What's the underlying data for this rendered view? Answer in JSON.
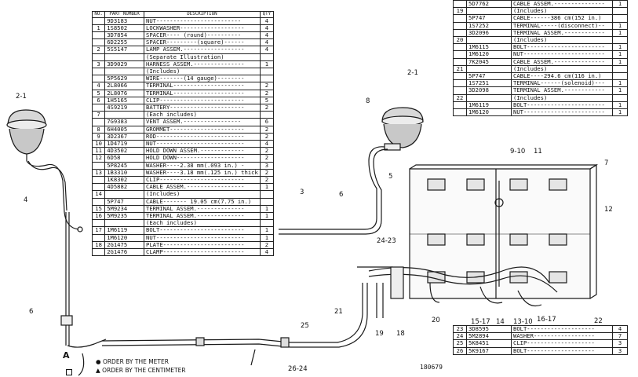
{
  "table_main": {
    "headers": {
      "no": "NO.",
      "part": "PART NUMBER",
      "desc": "DESCRIPTION",
      "qty": "QTY"
    },
    "rows": [
      {
        "no": "",
        "part": "9D3183",
        "desc": "NUT-------------------------",
        "qty": "4"
      },
      {
        "no": "1",
        "part": "1S8502",
        "desc": "LOCKWASHER-------------------",
        "qty": "4"
      },
      {
        "no": "",
        "part": "3D7854",
        "desc": "SPACER----  (round)----------",
        "qty": "4"
      },
      {
        "no": "",
        "part": "6D2255",
        "desc": "SPACER---------(square)------",
        "qty": "4"
      },
      {
        "no": "2",
        "part": "5S5147",
        "desc": "LAMP ASSEM.------------------",
        "qty": "4"
      },
      {
        "no": "",
        "part": "",
        "desc": "(Separate Illustration)",
        "qty": ""
      },
      {
        "no": "3",
        "part": "3D9029",
        "desc": "HARNESS ASSEM.---------------",
        "qty": "1"
      },
      {
        "no": "",
        "part": "",
        "desc": "(Includes)",
        "qty": ""
      },
      {
        "no": "",
        "part": "5P5629",
        "desc": "WIRE-------(14 gauge)--------",
        "qty": ""
      },
      {
        "no": "4",
        "part": "2L8066",
        "desc": "TERMINAL---------------------",
        "qty": "2"
      },
      {
        "no": "5",
        "part": "2L8076",
        "desc": "TERMINAL---------------------",
        "qty": "2"
      },
      {
        "no": "6",
        "part": "1H5165",
        "desc": "CLIP-------------------------",
        "qty": "5"
      },
      {
        "no": "",
        "part": "4S9219",
        "desc": "BATTERY----------------------",
        "qty": "2"
      },
      {
        "no": "7",
        "part": "",
        "desc": "(Each includes)",
        "qty": ""
      },
      {
        "no": "",
        "part": "7G9383",
        "desc": "VENT ASSEM.-----------------",
        "qty": "6"
      },
      {
        "no": "8",
        "part": "6H4005",
        "desc": "GROMMET----------------------",
        "qty": "2"
      },
      {
        "no": "9",
        "part": "3D2367",
        "desc": "ROD--------------------------",
        "qty": "2"
      },
      {
        "no": "10",
        "part": "1D4719",
        "desc": "NUT--------------------------",
        "qty": "4"
      },
      {
        "no": "11",
        "part": "4D3502",
        "desc": "HOLD DOWN ASSEM.-------------",
        "qty": "2"
      },
      {
        "no": "12",
        "part": "6D58",
        "desc": "HOLD DOWN--------------------",
        "qty": "2"
      },
      {
        "no": "",
        "part": "5P8245",
        "desc": "WASHER----2.38 mm(.093 in.) -",
        "qty": "3"
      },
      {
        "no": "13",
        "part": "1B3310",
        "desc": "WASHER----3.18 mm(.125 in.) thick",
        "qty": "2"
      },
      {
        "no": "",
        "part": "1K8302",
        "desc": "CLIP-------------------------",
        "qty": "2"
      },
      {
        "no": "",
        "part": "4D5882",
        "desc": "CABLE ASSEM.-----------------",
        "qty": "1"
      },
      {
        "no": "14",
        "part": "",
        "desc": "(Includes)",
        "qty": ""
      },
      {
        "no": "",
        "part": "5P747",
        "desc": "CABLE------- 19.05 cm(7.75 in.)",
        "qty": ""
      },
      {
        "no": "15",
        "part": "5M9234",
        "desc": "TERMINAL ASSEM.--------------",
        "qty": "1"
      },
      {
        "no": "16",
        "part": "5M9235",
        "desc": "TERMINAL ASSEM.--------------",
        "qty": "1"
      },
      {
        "no": "",
        "part": "",
        "desc": "(Each includes)",
        "qty": ""
      },
      {
        "no": "17",
        "part": "1M6119",
        "desc": "BOLT-------------------------",
        "qty": "1"
      },
      {
        "no": "",
        "part": "1M6120",
        "desc": "NUT--------------------------",
        "qty": "1"
      },
      {
        "no": "18",
        "part": "2G1475",
        "desc": "PLATE------------------------",
        "qty": "2"
      },
      {
        "no": "",
        "part": "2G1476",
        "desc": "CLAMP------------------------",
        "qty": "4"
      }
    ]
  },
  "table_right": {
    "rows": [
      {
        "no": "",
        "part": "5D7762",
        "desc": "CABLE ASSEM.---------------",
        "qty": "1"
      },
      {
        "no": "19",
        "part": "",
        "desc": "(Includes)",
        "qty": ""
      },
      {
        "no": "",
        "part": "5P747",
        "desc": "CABLE------386 cm(152 in.)",
        "qty": ""
      },
      {
        "no": "",
        "part": "1S7252",
        "desc": "TERMINAL-----(disconnect)--",
        "qty": "1"
      },
      {
        "no": "",
        "part": "3D2096",
        "desc": "TERMINAL ASSEM.------------",
        "qty": "1"
      },
      {
        "no": "20",
        "part": "",
        "desc": "(Includes)",
        "qty": ""
      },
      {
        "no": "",
        "part": "1M6115",
        "desc": "BOLT-----------------------",
        "qty": "1"
      },
      {
        "no": "",
        "part": "1M6120",
        "desc": "NUT------------------------",
        "qty": "1"
      },
      {
        "no": "",
        "part": "7K2045",
        "desc": "CABLE ASSEM.---------------",
        "qty": "1"
      },
      {
        "no": "21",
        "part": "",
        "desc": "(Includes)",
        "qty": ""
      },
      {
        "no": "",
        "part": "5P747",
        "desc": "CABLE----294.6 cm(116 in.)",
        "qty": ""
      },
      {
        "no": "",
        "part": "1S7251",
        "desc": "TERMINAL------(solenoid)---",
        "qty": "1"
      },
      {
        "no": "",
        "part": "3D2098",
        "desc": "TERMINAL ASSEM.------------",
        "qty": "1"
      },
      {
        "no": "22",
        "part": "",
        "desc": "(Includes)",
        "qty": ""
      },
      {
        "no": "",
        "part": "1M6119",
        "desc": "BOLT-----------------------",
        "qty": "1"
      },
      {
        "no": "",
        "part": "1M6120",
        "desc": "NUT------------------------",
        "qty": "1"
      }
    ]
  },
  "table_bottom": {
    "rows": [
      {
        "no": "23",
        "part": "3D8595",
        "desc": "BOLT--------------------",
        "qty": "4"
      },
      {
        "no": "24",
        "part": "5M2894",
        "desc": "WASHER------------------",
        "qty": "7"
      },
      {
        "no": "25",
        "part": "5K8451",
        "desc": "CLIP--------------------",
        "qty": "3"
      },
      {
        "no": "26",
        "part": "5K9167",
        "desc": "BOLT--------------------",
        "qty": "3"
      }
    ]
  },
  "legend": {
    "dot": "ORDER BY THE METER",
    "triangle": "ORDER BY THE CENTIMETER",
    "marker": "A"
  },
  "figure_number": "180679",
  "callouts": {
    "l2_1_left": "2-1",
    "l4": "4",
    "l6_left": "6",
    "l2_1_right": "2-1",
    "l8": "8",
    "l5": "5",
    "l3": "3",
    "l6_mid": "6",
    "l9_10": "9-10",
    "l11": "11",
    "l7": "7",
    "l12": "12",
    "l24_23": "24-23",
    "l21": "21",
    "l19": "19",
    "l18": "18",
    "l20": "20",
    "l15_17": "15-17",
    "l14": "14",
    "l13_10": "13-10",
    "l16_17": "16-17",
    "l22": "22",
    "l25": "25",
    "l26_24": "26-24"
  }
}
